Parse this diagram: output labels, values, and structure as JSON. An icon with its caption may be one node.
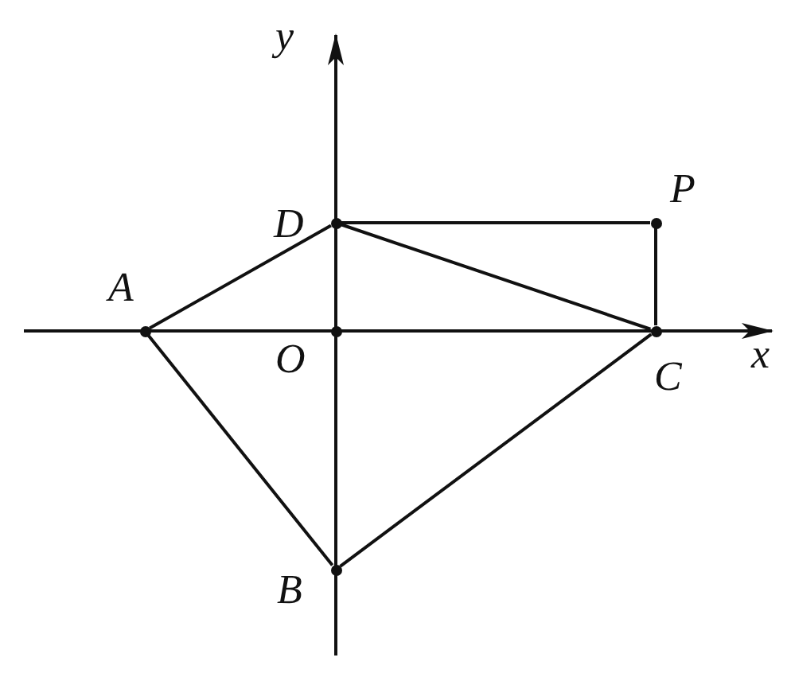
{
  "diagram": {
    "nodes": [
      {
        "text": [
          "D"
        ]
      },
      {
        "text": [
          "P"
        ]
      },
      {
        "text": [
          "A"
        ]
      },
      {
        "text": [
          "O"
        ]
      },
      {
        "text": [
          "C"
        ]
      },
      {
        "text": [
          "B"
        ]
      }
    ],
    "edges": [
      {
        "from": 2,
        "to": 0,
        "arrow": "none"
      },
      {
        "from": 0,
        "to": 1,
        "arrow": "none"
      },
      {
        "from": 0,
        "to": 4,
        "arrow": "none"
      },
      {
        "from": 1,
        "to": 4,
        "arrow": "none"
      },
      {
        "from": 2,
        "to": 5,
        "arrow": "none"
      },
      {
        "from": 5,
        "to": 4,
        "arrow": "none"
      }
    ],
    "labels": [
      "y",
      "x"
    ]
  }
}
